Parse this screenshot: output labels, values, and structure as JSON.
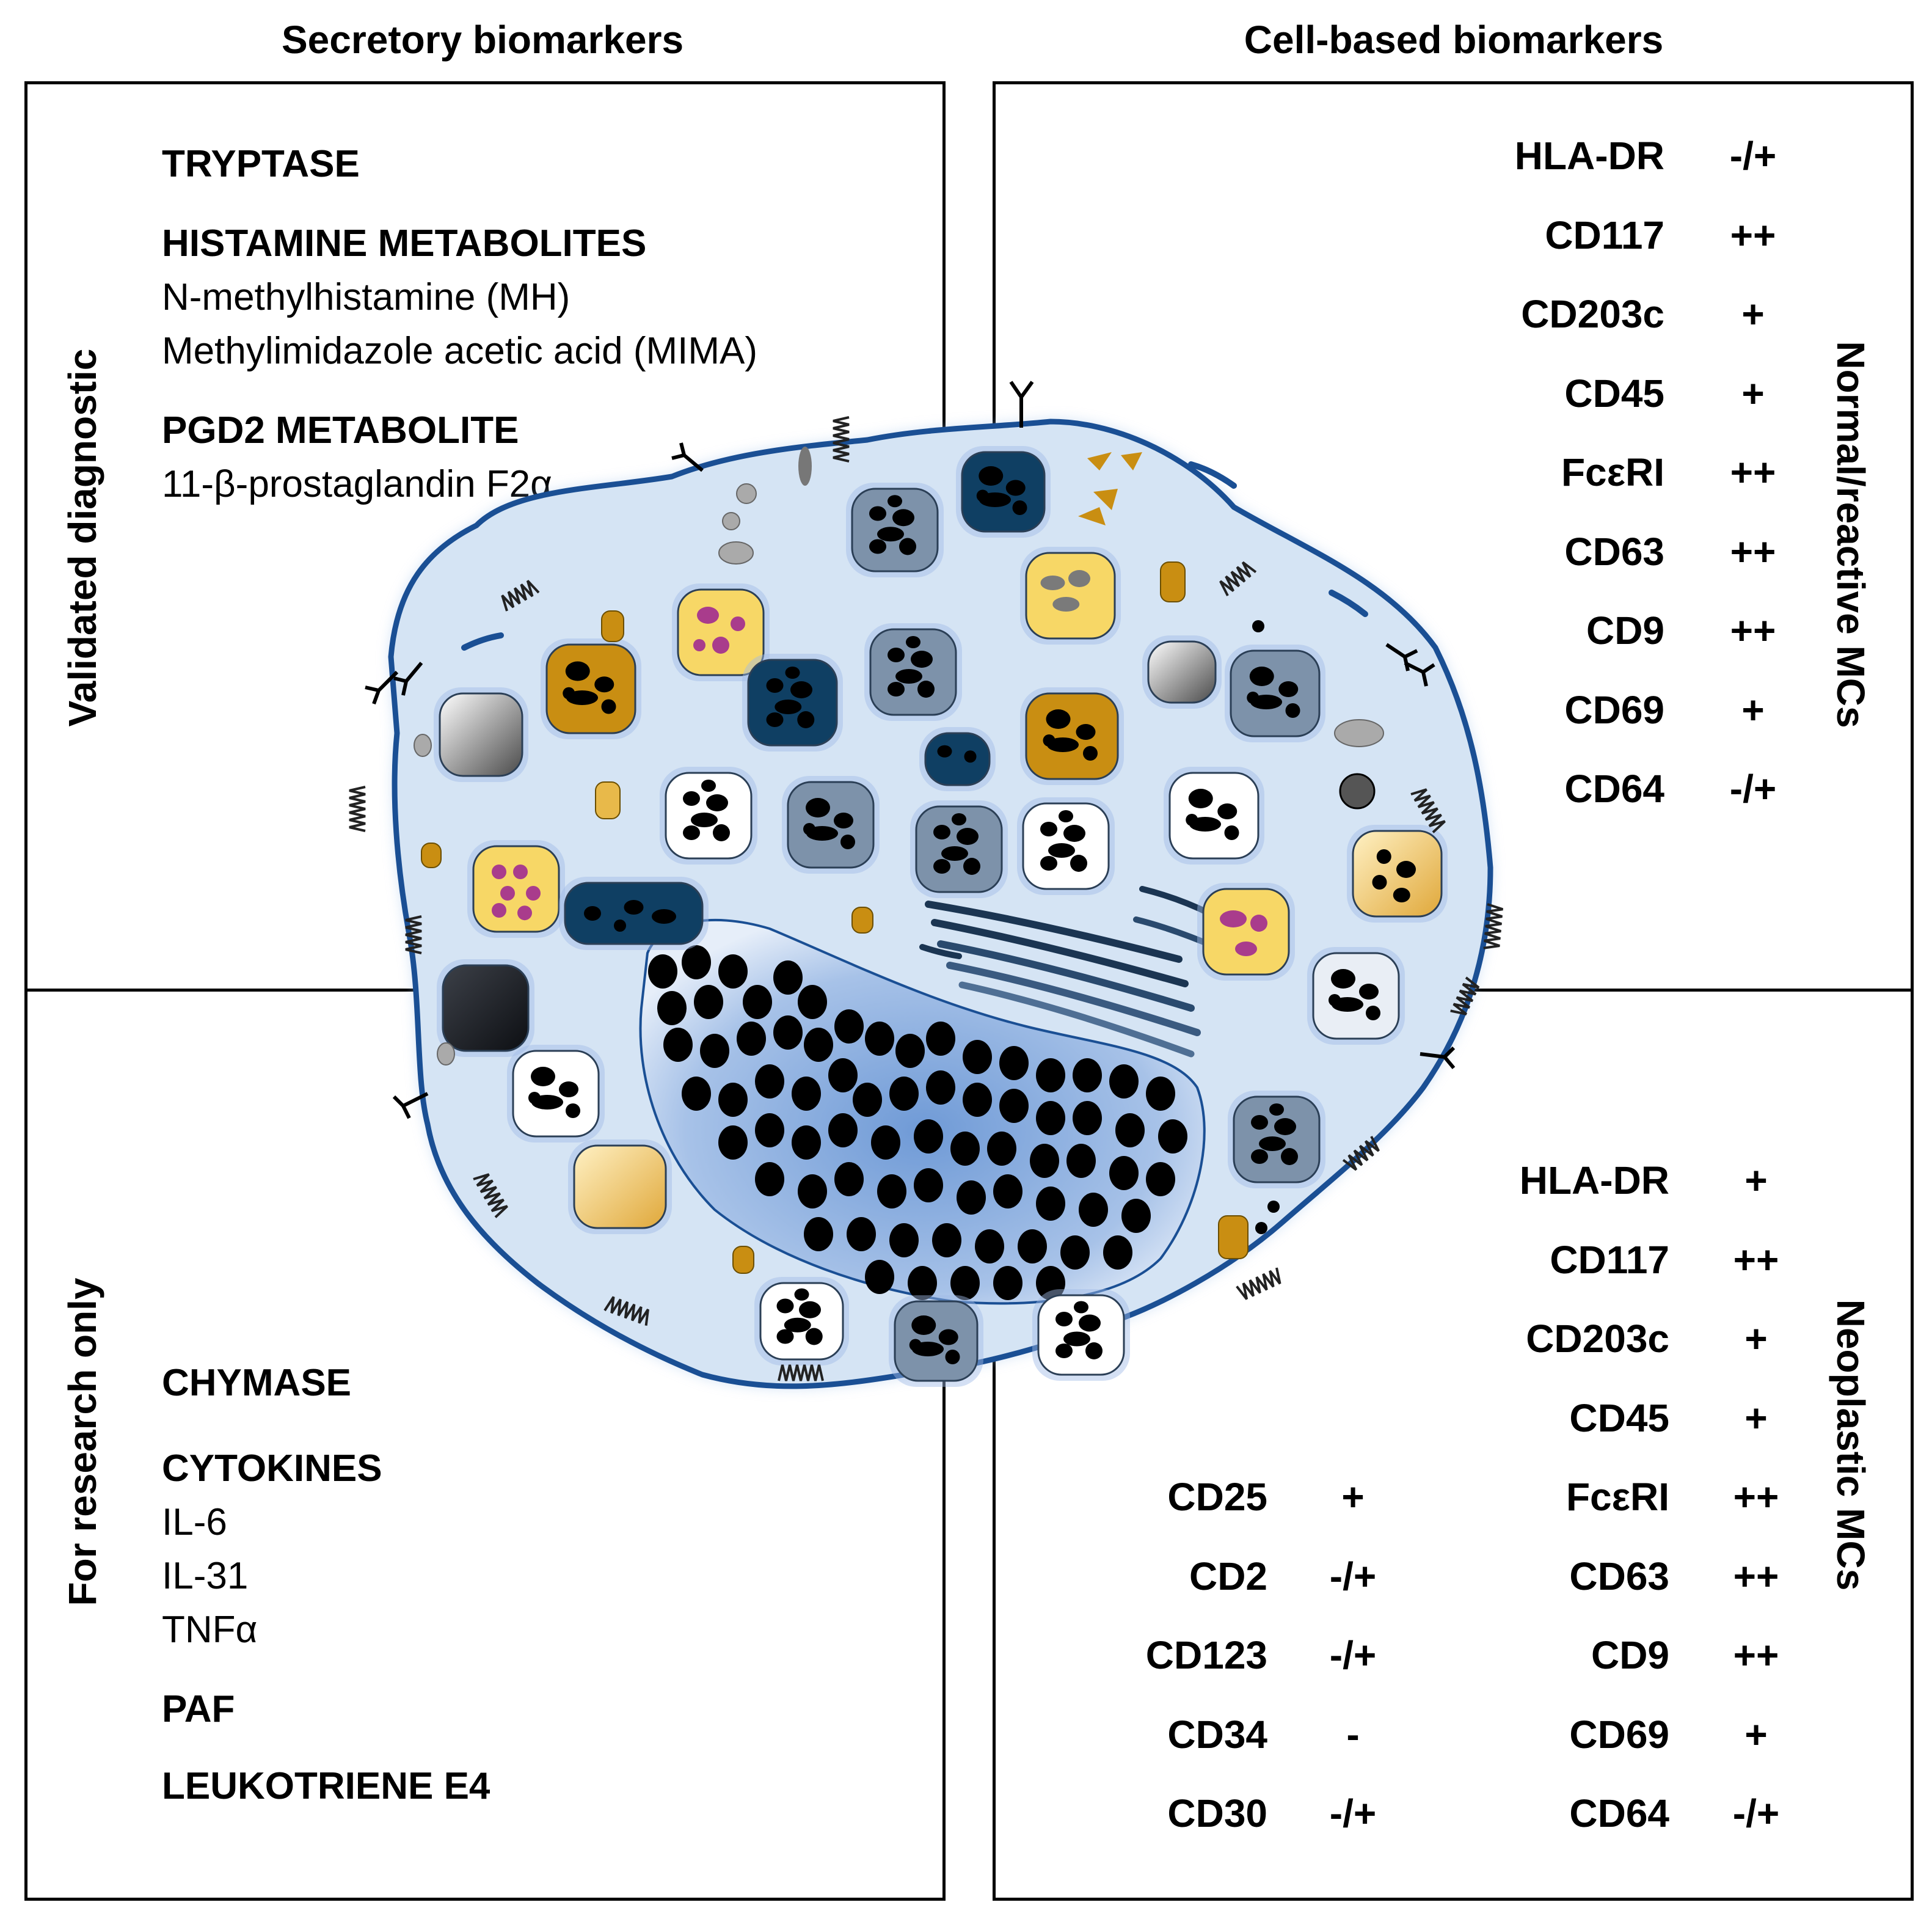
{
  "headers": {
    "left": "Secretory biomarkers",
    "right": "Cell-based biomarkers"
  },
  "side_labels": {
    "top_left": "Validated diagnostic",
    "bottom_left": "For research only",
    "top_right": "Normal/reactive MCs",
    "bottom_right": "Neoplastic MCs"
  },
  "validated": [
    {
      "title": "TRYPTASE",
      "items": []
    },
    {
      "title": "HISTAMINE METABOLITES",
      "items": [
        "N-methylhistamine (MH)",
        "Methylimidazole acetic acid (MIMA)"
      ]
    },
    {
      "title": "PGD2 METABOLITE",
      "items": [
        "11-β-prostaglandin F2α"
      ]
    }
  ],
  "research": [
    {
      "title": "CHYMASE",
      "items": []
    },
    {
      "title": "CYTOKINES",
      "items": [
        "IL-6",
        "IL-31",
        "TNFα"
      ]
    },
    {
      "title": "PAF",
      "items": []
    },
    {
      "title": "LEUKOTRIENE E4",
      "items": []
    }
  ],
  "normal_markers": [
    {
      "name": "HLA-DR",
      "value": "-/+"
    },
    {
      "name": "CD117",
      "value": "++"
    },
    {
      "name": "CD203c",
      "value": "+"
    },
    {
      "name": "CD45",
      "value": "+"
    },
    {
      "name": "FcεRI",
      "value": "++"
    },
    {
      "name": "CD63",
      "value": "++"
    },
    {
      "name": "CD9",
      "value": "++"
    },
    {
      "name": "CD69",
      "value": "+"
    },
    {
      "name": "CD64",
      "value": "-/+"
    }
  ],
  "neoplastic_markers": [
    {
      "name": "HLA-DR",
      "value": "+"
    },
    {
      "name": "CD117",
      "value": "++"
    },
    {
      "name": "CD203c",
      "value": "+"
    },
    {
      "name": "CD45",
      "value": "+"
    },
    {
      "name": "FcεRI",
      "value": "++"
    },
    {
      "name": "CD63",
      "value": "++"
    },
    {
      "name": "CD9",
      "value": "++"
    },
    {
      "name": "CD69",
      "value": "+"
    },
    {
      "name": "CD64",
      "value": "-/+"
    }
  ],
  "neoplastic_extra_markers": [
    {
      "name": "CD25",
      "value": "+"
    },
    {
      "name": "CD2",
      "value": "-/+"
    },
    {
      "name": "CD123",
      "value": "-/+"
    },
    {
      "name": "CD34",
      "value": "-"
    },
    {
      "name": "CD30",
      "value": "-/+"
    }
  ],
  "colors": {
    "cytoplasm": "#d5e4f4",
    "membrane": "#1a4f94",
    "granule_dark": "#0f3f63",
    "granule_gray": "#7d92aa",
    "granule_gold": "#c98e12",
    "granule_yellow": "#f7d766",
    "vesicle_magenta": "#a93c8c",
    "nucleus": "#6f9ad6"
  }
}
